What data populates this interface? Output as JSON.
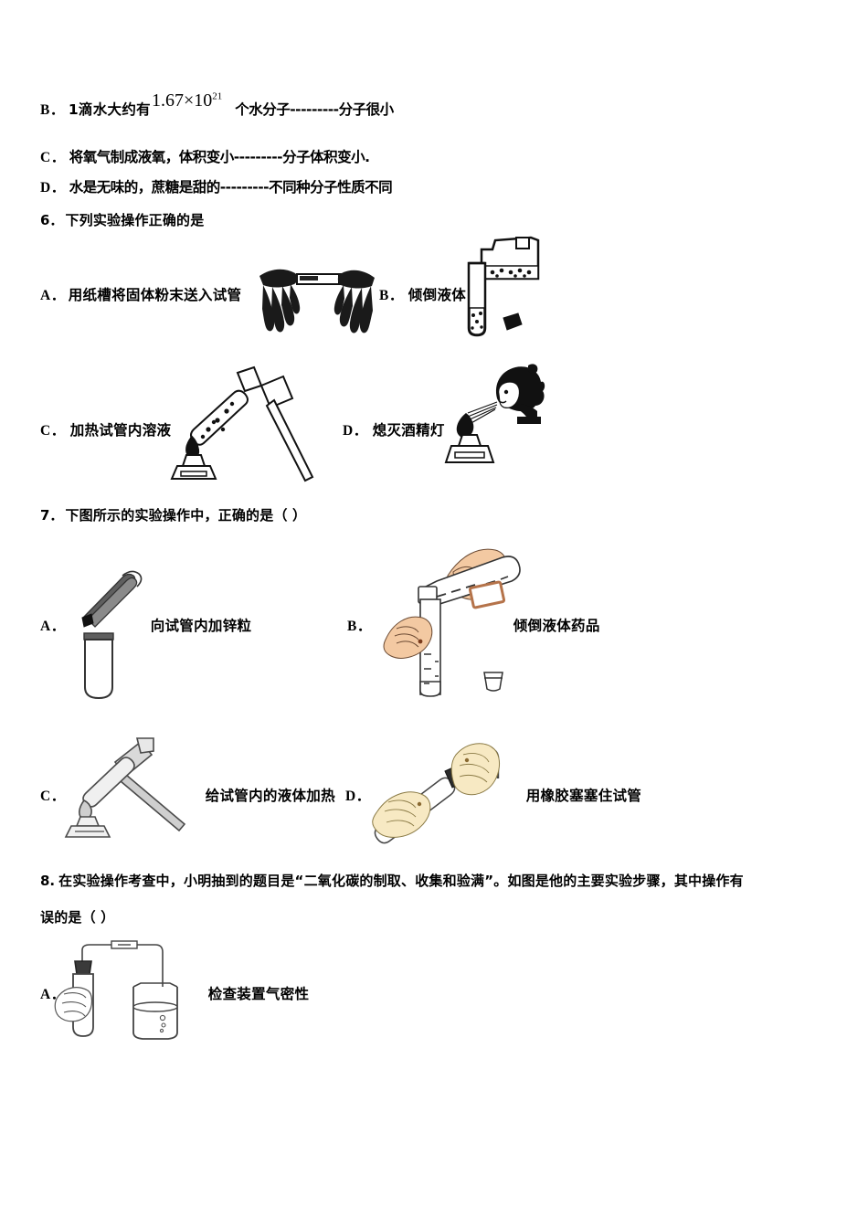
{
  "page": {
    "background": "#ffffff",
    "text_color": "#000000"
  },
  "question5_options": {
    "b": {
      "label": "B．",
      "text_before": "1滴水大约有",
      "math": "1.67×10",
      "math_exponent": "21",
      "text_after": "个水分子---------分子很小"
    },
    "c": {
      "label": "C．",
      "text": "将氧气制成液氧，体积变小---------分子体积变小."
    },
    "d": {
      "label": "D．",
      "text": "水是无味的，蔗糖是甜的---------不同种分子性质不同"
    }
  },
  "question6": {
    "number": "6．",
    "stem": "下列实验操作正确的是",
    "options": [
      {
        "label": "A．",
        "text": "用纸槽将固体粉末送入试管",
        "figure": "paper-trough-hands-figure"
      },
      {
        "label": "B．",
        "text": "倾倒液体",
        "figure": "pouring-liquid-bottle-figure"
      },
      {
        "label": "C．",
        "text": "加热试管内溶液",
        "figure": "heating-test-tube-figure"
      },
      {
        "label": "D．",
        "text": "熄灭酒精灯",
        "figure": "blowing-out-alcohol-lamp-figure"
      }
    ]
  },
  "question7": {
    "number": "7．",
    "stem": "下图所示的实验操作中，正确的是（  ）",
    "options": [
      {
        "label": "A．",
        "text": "向试管内加锌粒",
        "figure": "tweezers-zinc-test-tube-figure"
      },
      {
        "label": "B．",
        "text": "倾倒液体药品",
        "figure": "pouring-reagent-hands-figure"
      },
      {
        "label": "C．",
        "text": "给试管内的液体加热",
        "figure": "heating-liquid-holder-figure"
      },
      {
        "label": "D．",
        "text": "用橡胶塞塞住试管",
        "figure": "rubber-stopper-hands-figure"
      }
    ]
  },
  "question8": {
    "number": "8.",
    "stem_line1": "在实验操作考查中，小明抽到的题目是“二氧化碳的制取、收集和验满”。如图是他的主要实验步骤，其中操作有",
    "stem_line2": "误的是（    ）",
    "options": [
      {
        "label": "A．",
        "text": "检查装置气密性",
        "figure": "airtightness-check-figure"
      }
    ]
  },
  "colors": {
    "ink": "#1a1a1a",
    "line_gray": "#4a4a4a",
    "skin_peach": "#f3c9a2",
    "skin_cream": "#f7e9c3",
    "label_brown": "#b5734a",
    "glass_gray": "#7d7d7d"
  }
}
